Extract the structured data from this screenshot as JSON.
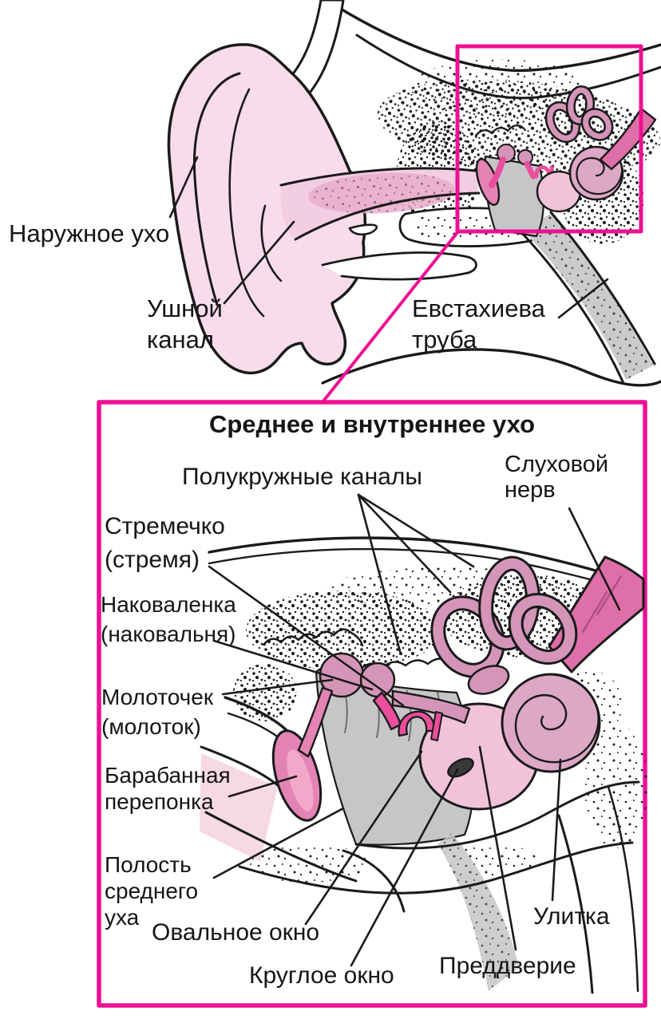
{
  "figure": {
    "kind": "ear anatomy diagram (Russian)",
    "colors": {
      "accent_magenta": "#EE1092",
      "ink": "#151515",
      "ear_pink": "#F8DCEA",
      "canal_pink": "#F3CDE1",
      "medium_pink": "#E384B4",
      "deep_pink": "#EA4E9C",
      "mauve": "#D495B8",
      "cochlea_pink": "#DCA8C6",
      "vestibule_pink": "#F2C3D8",
      "bone_grey": "#C6C6C8"
    },
    "top_view": {
      "labels": {
        "outer_ear": "Наружное ухо",
        "ear_canal": [
          "Ушной",
          "канал"
        ],
        "eustachian_tube": [
          "Евстахиева",
          "труба"
        ]
      }
    },
    "inset_view": {
      "title": "Среднее и внутреннее ухо",
      "labels": {
        "semicircular_canals": "Полукружные каналы",
        "auditory_nerve": [
          "Слуховой",
          "нерв"
        ],
        "stapes": [
          "Стремечко",
          "(стремя)"
        ],
        "incus": [
          "Наковаленка",
          "(наковальня)"
        ],
        "malleus": [
          "Молоточек",
          "(молоток)"
        ],
        "eardrum": [
          "Барабанная",
          "перепонка"
        ],
        "middle_ear_cavity": [
          "Полость",
          "среднего",
          "уха"
        ],
        "oval_window": "Овальное окно",
        "round_window": "Круглое окно",
        "vestibule": "Преддверие",
        "cochlea": "Улитка"
      }
    }
  }
}
